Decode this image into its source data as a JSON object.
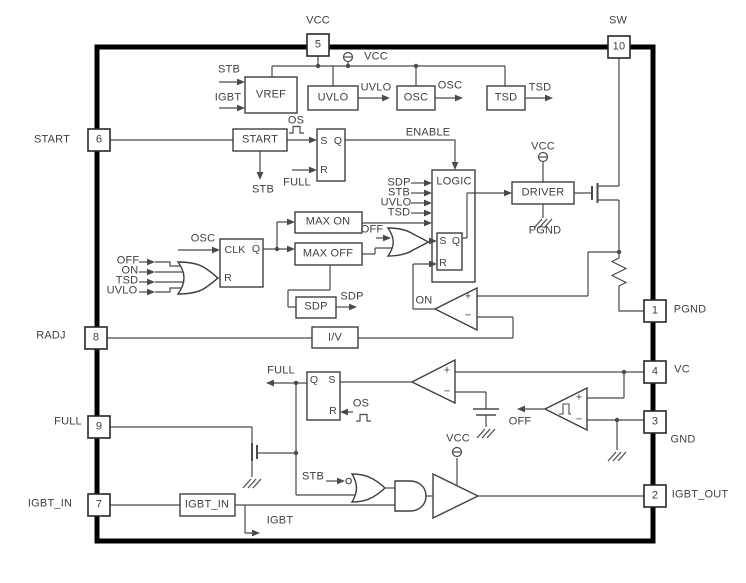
{
  "pins": {
    "vcc": {
      "num": "5",
      "label": "VCC"
    },
    "sw": {
      "num": "10",
      "label": "SW"
    },
    "start": {
      "num": "6",
      "label": "START"
    },
    "radj": {
      "num": "8",
      "label": "RADJ"
    },
    "full": {
      "num": "9",
      "label": "FULL"
    },
    "igbt_in": {
      "num": "7",
      "label": "IGBT_IN"
    },
    "pgnd": {
      "num": "1",
      "label": "PGND"
    },
    "vc": {
      "num": "4",
      "label": "VC"
    },
    "gnd": {
      "num": "3",
      "label": "GND"
    },
    "igbt_out": {
      "num": "2",
      "label": "IGBT_OUT"
    }
  },
  "blocks": {
    "vref": "VREF",
    "uvlo": "UVLO",
    "osc": "OSC",
    "tsd": "TSD",
    "start": "START",
    "logic": "LOGIC",
    "driver": "DRIVER",
    "max_on": "MAX ON",
    "max_off": "MAX OFF",
    "sdp": "SDP",
    "iv": "I/V",
    "igbt_in": "IGBT_IN"
  },
  "latch": {
    "s": "S",
    "r": "R",
    "q": "Q",
    "clk": "CLK"
  },
  "signals": {
    "stb": "STB",
    "igbt": "IGBT",
    "vcc": "VCC",
    "uvlo": "UVLO",
    "osc": "OSC",
    "tsd": "TSD",
    "os": "OS",
    "full": "FULL",
    "enable": "ENABLE",
    "sdp": "SDP",
    "pgnd": "PGND",
    "off": "OFF",
    "on": "ON",
    "plus": "+",
    "minus": "−"
  },
  "colors": {
    "wire": "#4a4a4a",
    "border": "#000000",
    "background": "#ffffff",
    "text": "#3f3f3f",
    "box": "#3f3f3f"
  }
}
